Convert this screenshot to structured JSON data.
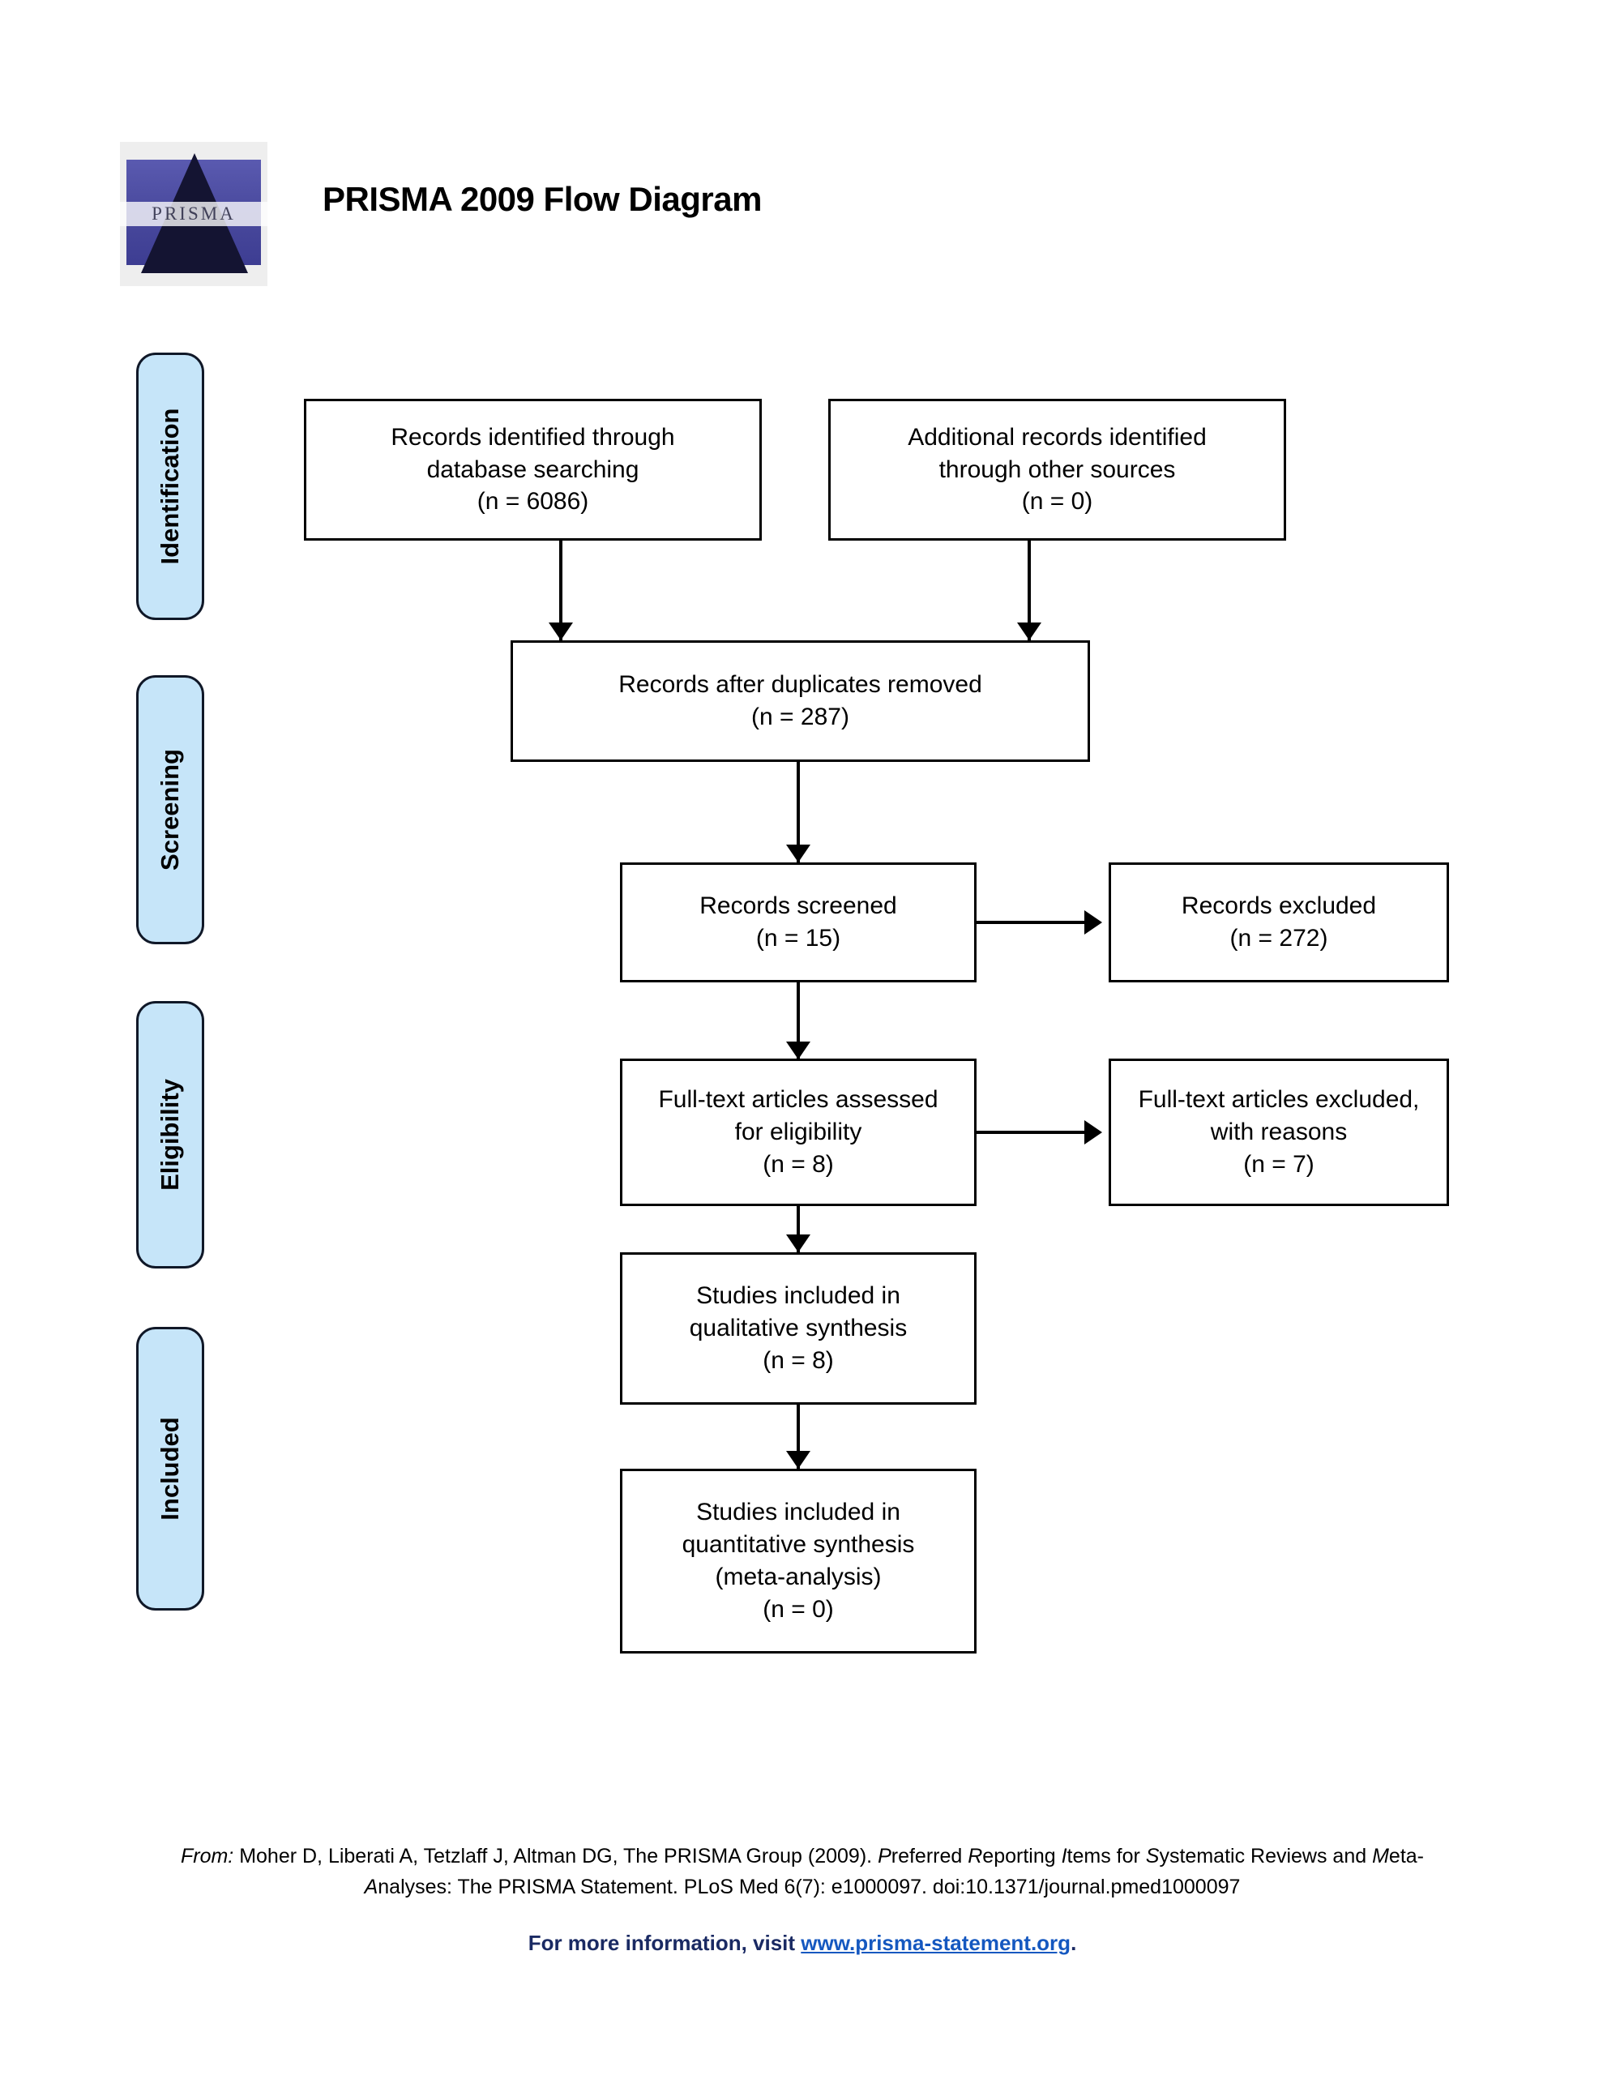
{
  "header": {
    "title": "PRISMA 2009 Flow Diagram",
    "logo_text": "PRISMA",
    "logo_colors": {
      "band": "#4a4a9e",
      "pyramid": "#141432",
      "background": "#eeeeee"
    }
  },
  "stages": [
    {
      "label": "Identification"
    },
    {
      "label": "Screening"
    },
    {
      "label": "Eligibility"
    },
    {
      "label": "Included"
    }
  ],
  "stage_pill_color": "#c6e5f9",
  "boxes": {
    "identified_db": {
      "line1": "Records identified through",
      "line2": "database searching",
      "line3": "(n = 6086)"
    },
    "identified_other": {
      "line1": "Additional records identified",
      "line2": "through other sources",
      "line3": "(n = 0)"
    },
    "duplicates_removed": {
      "line1": "Records after duplicates removed",
      "line2": "(n = 287)"
    },
    "records_screened": {
      "line1": "Records screened",
      "line2": "(n = 15)"
    },
    "records_excluded": {
      "line1": "Records excluded",
      "line2": "(n = 272)"
    },
    "fulltext_assessed": {
      "line1": "Full-text articles assessed",
      "line2": "for eligibility",
      "line3": "(n = 8)"
    },
    "fulltext_excluded": {
      "line1": "Full-text articles excluded,",
      "line2": "with reasons",
      "line3": "(n = 7)"
    },
    "qualitative": {
      "line1": "Studies included in",
      "line2": "qualitative synthesis",
      "line3": "(n = 8)"
    },
    "quantitative": {
      "line1": "Studies included in",
      "line2": "quantitative synthesis",
      "line3": "(meta-analysis)",
      "line4": "(n = 0)"
    }
  },
  "footer": {
    "citation_from": "From:",
    "citation_part1": " Moher D, Liberati A, Tetzlaff J, Altman DG, The PRISMA Group (2009). ",
    "citation_italic1": "P",
    "citation_plain1": "referred ",
    "citation_italic2": "R",
    "citation_plain2": "eporting ",
    "citation_italic3": "I",
    "citation_plain3": "tems for ",
    "citation_italic4": "S",
    "citation_plain4": "ystematic Reviews and ",
    "citation_italic5": "M",
    "citation_plain5": "eta-",
    "citation_italic6": "A",
    "citation_plain6": "nalyses: The PRISMA Statement. PLoS Med 6(7): e1000097. doi:10.1371/journal.pmed1000097",
    "more_info_prefix": "For more information, visit ",
    "more_info_link": "www.prisma-statement.org",
    "more_info_suffix": ".",
    "link_color": "#1558c0"
  }
}
